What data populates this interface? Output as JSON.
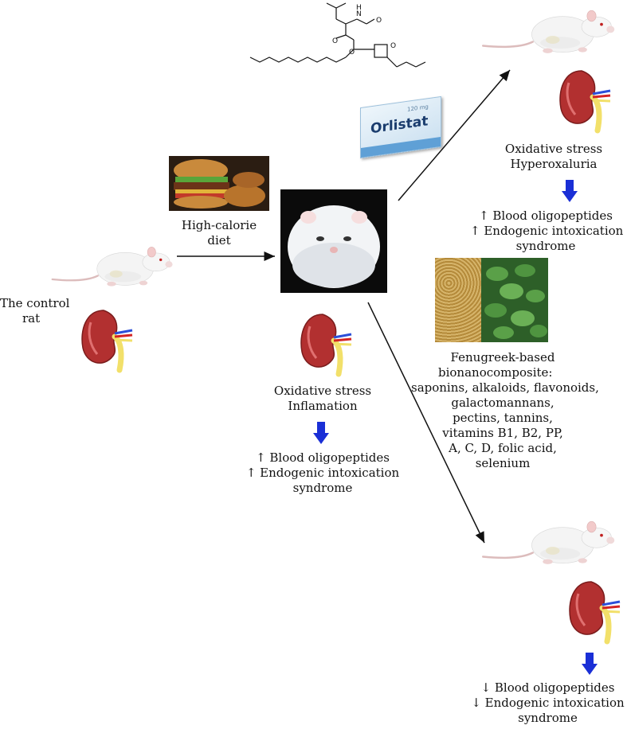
{
  "control": {
    "label_lines": [
      "The control",
      "rat"
    ]
  },
  "diet": {
    "label_lines": [
      "High-calorie",
      "diet"
    ]
  },
  "drug": {
    "box_brand": "Orlistat",
    "box_small": "120 mg"
  },
  "obese_outcome": {
    "condition_lines": [
      "Oxidative stress",
      "Inflamation"
    ],
    "marker_lines": [
      "↑ Blood oligopeptides",
      "↑ Endogenic intoxication",
      "syndrome"
    ]
  },
  "orlistat_outcome": {
    "condition_lines": [
      "Oxidative stress",
      "Hyperoxaluria"
    ],
    "marker_lines": [
      "↑ Blood oligopeptides",
      "↑ Endogenic intoxication",
      "syndrome"
    ]
  },
  "fenugreek": {
    "composition_lines": [
      "Fenugreek-based",
      "bionanocomposite:",
      "saponins, alkaloids, flavonoids,",
      "galactomannans,",
      "pectins, tannins,",
      "vitamins B1, B2, PP,",
      "A, C, D, folic acid,",
      "selenium"
    ]
  },
  "fenugreek_outcome": {
    "marker_lines": [
      "↓ Blood oligopeptides",
      "↓ Endogenic intoxication",
      "syndrome"
    ]
  },
  "colors": {
    "arrow_black": "#111111",
    "arrow_blue": "#1a2fd6",
    "kidney_red": "#b23030",
    "rat_white": "#f3f3f3",
    "background": "#ffffff"
  }
}
